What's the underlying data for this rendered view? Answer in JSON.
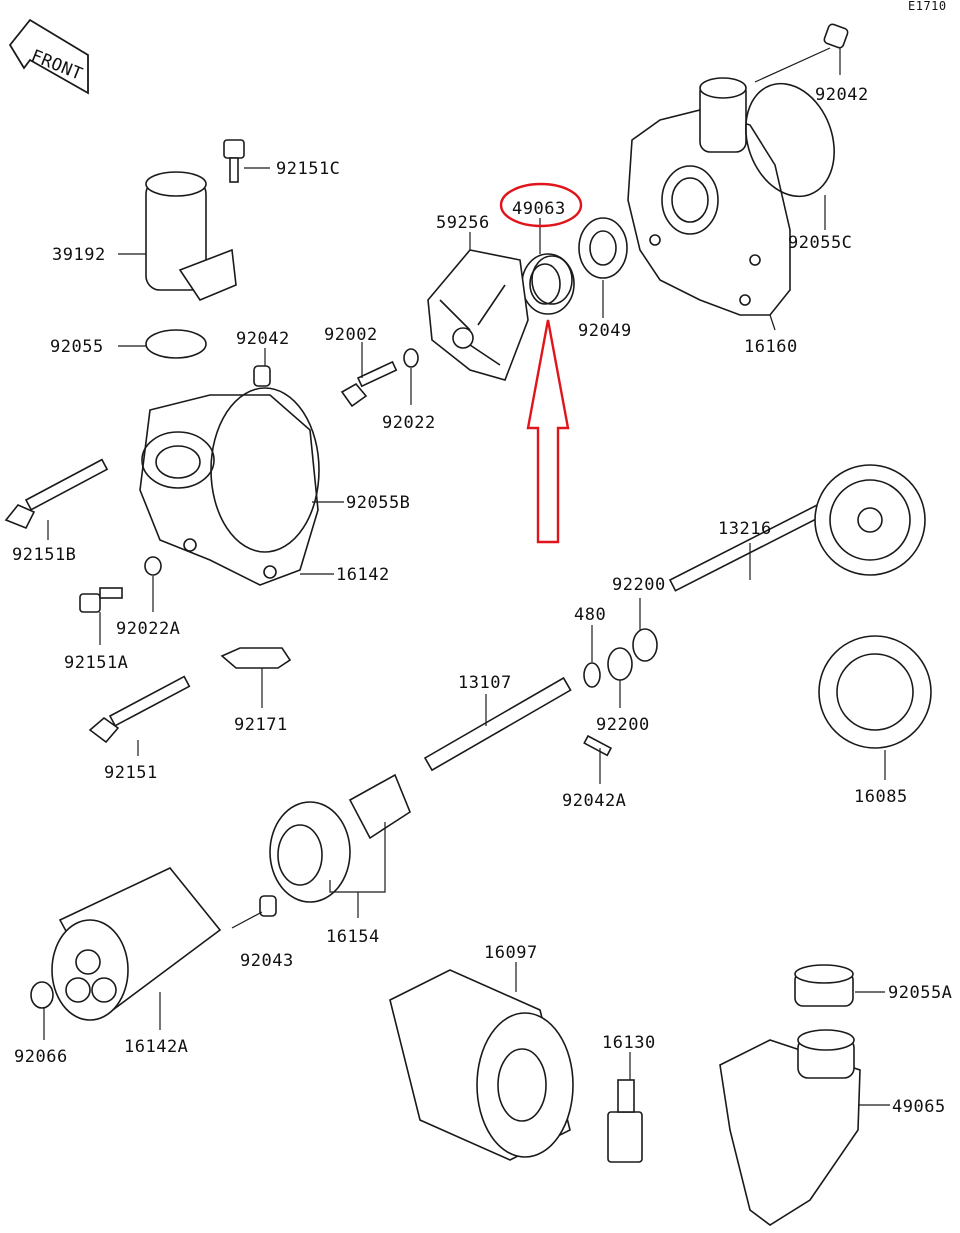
{
  "diagram": {
    "id": "E1710",
    "front_label": "FRONT",
    "highlighted_part": "49063",
    "highlight_color": "#e0151c",
    "labels": {
      "p92042_top": "92042",
      "p92055C": "92055C",
      "p16160": "16160",
      "p92049": "92049",
      "p49063": "49063",
      "p59256": "59256",
      "p92002": "92002",
      "p92022": "92022",
      "p92151C": "92151C",
      "p39192": "39192",
      "p92055": "92055",
      "p92042_mid": "92042",
      "p92055B": "92055B",
      "p92151B": "92151B",
      "p16142": "16142",
      "p92022A": "92022A",
      "p92151A": "92151A",
      "p92171": "92171",
      "p92151": "92151",
      "p13216": "13216",
      "p92200_a": "92200",
      "p480": "480",
      "p92200_b": "92200",
      "p13107": "13107",
      "p92042A": "92042A",
      "p16085": "16085",
      "p16154": "16154",
      "p92043": "92043",
      "p16142A": "16142A",
      "p92066": "92066",
      "p16097": "16097",
      "p16130": "16130",
      "p92055A": "92055A",
      "p49065": "49065"
    }
  }
}
